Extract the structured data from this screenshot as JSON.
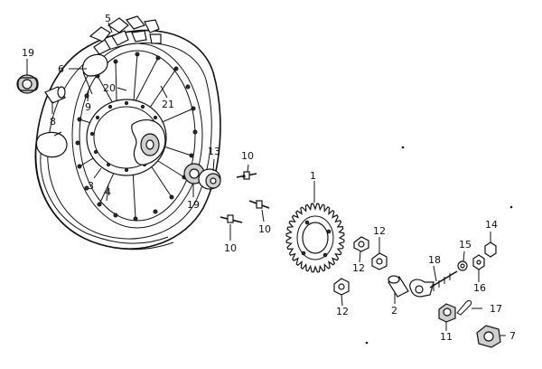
{
  "callouts": {
    "c1": "1",
    "c2": "2",
    "c3": "3",
    "c4": "4",
    "c5": "5",
    "c6": "6",
    "c7": "7",
    "c8": "8",
    "c9": "9",
    "c10a": "10",
    "c10b": "10",
    "c10c": "10",
    "c11": "11",
    "c12a": "12",
    "c12b": "12",
    "c12c": "12",
    "c13": "13",
    "c14": "14",
    "c15": "15",
    "c16": "16",
    "c17": "17",
    "c18": "18",
    "c19a": "19",
    "c19b": "19",
    "c20": "20",
    "c21": "21"
  }
}
